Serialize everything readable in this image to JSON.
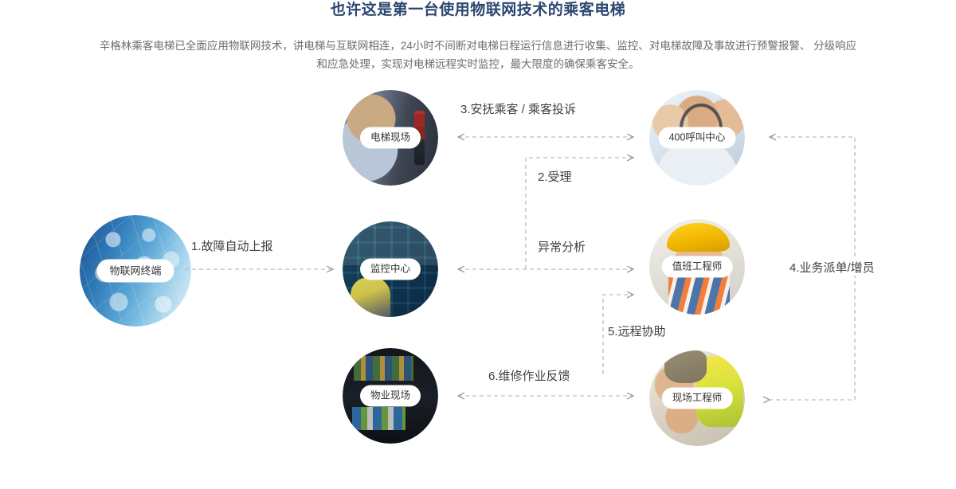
{
  "header": {
    "title": "也许这是第一台使用物联网技术的乘客电梯",
    "subtitle_line1": "辛格林乘客电梯已全面应用物联网技术，讲电梯与互联网相连，24小时不间断对电梯日程运行信息进行收集、监控、对电梯故障及事故进行预警报警、",
    "subtitle_line2": "分级响应和应急处理，实现对电梯远程实时监控，最大限度的确保乘客安全。",
    "title_color": "#2c4770",
    "subtitle_color": "#6c6c6c"
  },
  "nodes": [
    {
      "id": "iot-terminal",
      "label": "物联网终端",
      "photo": "iot-network-graphic"
    },
    {
      "id": "elevator-site",
      "label": "电梯现场",
      "photo": "woman-at-elevator"
    },
    {
      "id": "monitoring-center",
      "label": "监控中心",
      "photo": "video-wall-operator"
    },
    {
      "id": "property-site",
      "label": "物业现场",
      "photo": "dark-monitor-desk"
    },
    {
      "id": "call-center",
      "label": "400呼叫中心",
      "photo": "headset-agents"
    },
    {
      "id": "duty-engineer",
      "label": "值班工程师",
      "photo": "hardhat-worker-radio"
    },
    {
      "id": "field-engineer",
      "label": "现场工程师",
      "photo": "engineers-blueprint"
    }
  ],
  "connectors": [
    {
      "id": "step-1",
      "label": "1.故障自动上报",
      "from": "iot-terminal",
      "to": "monitoring-center",
      "direction": "right"
    },
    {
      "id": "step-3",
      "label": "3.安抚乘客  /  乘客投诉",
      "from": "elevator-site",
      "to": "call-center",
      "direction": "both"
    },
    {
      "id": "step-2",
      "label": "2.受理",
      "from": "monitoring-center",
      "to": "call-center",
      "direction": "right"
    },
    {
      "id": "analysis",
      "label": "异常分析",
      "from": "monitoring-center",
      "to": "duty-engineer",
      "direction": "both"
    },
    {
      "id": "step-4",
      "label": "4.业务派单/增员",
      "from": "call-center",
      "to": "field-engineer",
      "direction": "both"
    },
    {
      "id": "step-5",
      "label": "5.远程协助",
      "from": "field-engineer",
      "to": "duty-engineer",
      "direction": "right"
    },
    {
      "id": "step-6",
      "label": "6.维修作业反馈",
      "from": "property-site",
      "to": "field-engineer",
      "direction": "both"
    }
  ],
  "style": {
    "wire_color": "#a9aeb5",
    "caption_bg": "#ffffff",
    "caption_color": "#333333"
  }
}
